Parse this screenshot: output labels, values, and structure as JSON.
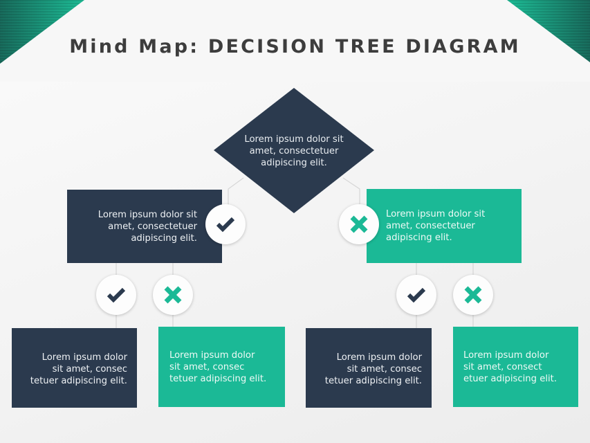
{
  "title": "Mind Map: DECISION TREE DIAGRAM",
  "colors": {
    "dark": "#2b3a4e",
    "teal": "#1bb996",
    "title_text": "#3d3d3d",
    "connector": "#d3d3d3"
  },
  "root": {
    "shape": "diamond",
    "text_lines": [
      "Lorem ipsum dolor sit",
      "amet, consectetuer",
      "adipiscing elit."
    ]
  },
  "level1": [
    {
      "color": "dark",
      "icon": "check-icon",
      "text_lines": [
        "Lorem ipsum dolor sit",
        "amet, consectetuer",
        "adipiscing elit."
      ]
    },
    {
      "color": "teal",
      "icon": "x-icon",
      "text_lines": [
        "Lorem ipsum dolor sit",
        "amet, consectetuer",
        "adipiscing elit."
      ]
    }
  ],
  "level2": [
    {
      "color": "dark",
      "icon": "check-icon",
      "text_lines": [
        "Lorem ipsum dolor",
        "sit amet, consec",
        "tetuer adipiscing elit."
      ]
    },
    {
      "color": "teal",
      "icon": "x-icon",
      "text_lines": [
        "Lorem ipsum dolor",
        "sit amet, consec",
        "tetuer adipiscing elit."
      ]
    },
    {
      "color": "dark",
      "icon": "check-icon",
      "text_lines": [
        "Lorem ipsum dolor",
        "sit amet, consec",
        "tetuer adipiscing elit."
      ]
    },
    {
      "color": "teal",
      "icon": "x-icon",
      "text_lines": [
        "Lorem ipsum dolor",
        "sit amet, consect",
        "etuer adipiscing elit."
      ]
    }
  ]
}
